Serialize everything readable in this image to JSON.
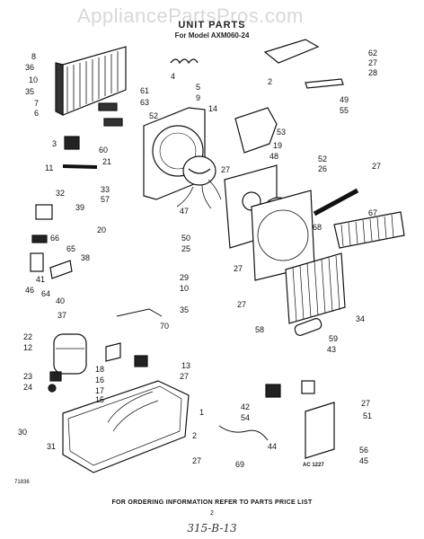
{
  "watermark": "AppliancePartsPros.com",
  "title": "UNIT PARTS",
  "subtitle": "For Model AXM060-24",
  "footer": "FOR ORDERING INFORMATION REFER TO PARTS PRICE LIST",
  "page_number": "2",
  "handwritten_code": "315-B-13",
  "left_code": "71836",
  "diagram_code": "AC 1227",
  "callouts": [
    {
      "label": "8"
    },
    {
      "label": "36"
    },
    {
      "label": "10"
    },
    {
      "label": "35"
    },
    {
      "label": "7"
    },
    {
      "label": "6"
    },
    {
      "label": "4"
    },
    {
      "label": "61"
    },
    {
      "label": "63"
    },
    {
      "label": "52"
    },
    {
      "label": "5"
    },
    {
      "label": "9"
    },
    {
      "label": "14"
    },
    {
      "label": "2"
    },
    {
      "label": "62"
    },
    {
      "label": "27"
    },
    {
      "label": "28"
    },
    {
      "label": "49"
    },
    {
      "label": "55"
    },
    {
      "label": "3"
    },
    {
      "label": "60"
    },
    {
      "label": "21"
    },
    {
      "label": "11"
    },
    {
      "label": "53"
    },
    {
      "label": "19"
    },
    {
      "label": "48"
    },
    {
      "label": "52"
    },
    {
      "label": "26"
    },
    {
      "label": "27"
    },
    {
      "label": "33"
    },
    {
      "label": "57"
    },
    {
      "label": "27"
    },
    {
      "label": "32"
    },
    {
      "label": "47"
    },
    {
      "label": "39"
    },
    {
      "label": "20"
    },
    {
      "label": "67"
    },
    {
      "label": "68"
    },
    {
      "label": "66"
    },
    {
      "label": "50"
    },
    {
      "label": "25"
    },
    {
      "label": "65"
    },
    {
      "label": "38"
    },
    {
      "label": "41"
    },
    {
      "label": "46"
    },
    {
      "label": "64"
    },
    {
      "label": "27"
    },
    {
      "label": "29"
    },
    {
      "label": "10"
    },
    {
      "label": "40"
    },
    {
      "label": "27"
    },
    {
      "label": "35"
    },
    {
      "label": "37"
    },
    {
      "label": "70"
    },
    {
      "label": "34"
    },
    {
      "label": "22"
    },
    {
      "label": "12"
    },
    {
      "label": "58"
    },
    {
      "label": "59"
    },
    {
      "label": "43"
    },
    {
      "label": "18"
    },
    {
      "label": "16"
    },
    {
      "label": "17"
    },
    {
      "label": "15"
    },
    {
      "label": "13"
    },
    {
      "label": "27"
    },
    {
      "label": "23"
    },
    {
      "label": "24"
    },
    {
      "label": "42"
    },
    {
      "label": "54"
    },
    {
      "label": "27"
    },
    {
      "label": "51"
    },
    {
      "label": "30"
    },
    {
      "label": "1"
    },
    {
      "label": "31"
    },
    {
      "label": "2"
    },
    {
      "label": "27"
    },
    {
      "label": "69"
    },
    {
      "label": "44"
    },
    {
      "label": "56"
    },
    {
      "label": "45"
    }
  ]
}
